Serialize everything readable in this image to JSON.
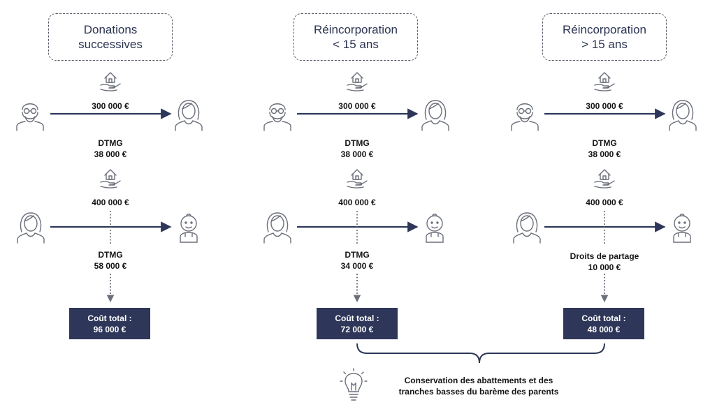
{
  "columns": [
    {
      "title_line1": "Donations",
      "title_line2": "successives",
      "gift1_amount": "300 000 €",
      "tax1_label": "DTMG",
      "tax1_amount": "38 000 €",
      "gift2_amount": "400 000 €",
      "tax2_label": "DTMG",
      "tax2_amount": "58 000 €",
      "cost_label": "Coût total :",
      "cost_amount": "96 000 €"
    },
    {
      "title_line1": "Réincorporation",
      "title_line2": "< 15 ans",
      "gift1_amount": "300 000 €",
      "tax1_label": "DTMG",
      "tax1_amount": "38 000 €",
      "gift2_amount": "400 000 €",
      "tax2_label": "DTMG",
      "tax2_amount": "34 000 €",
      "cost_label": "Coût total :",
      "cost_amount": "72 000 €"
    },
    {
      "title_line1": "Réincorporation",
      "title_line2": "> 15 ans",
      "gift1_amount": "300 000 €",
      "tax1_label": "DTMG",
      "tax1_amount": "38 000 €",
      "gift2_amount": "400 000 €",
      "tax2_label": "Droits de partage",
      "tax2_amount": "10 000 €",
      "cost_label": "Coût total :",
      "cost_amount": "48 000 €"
    }
  ],
  "note": {
    "line1": "Conservation des abattements et des",
    "line2": "tranches basses du barème des parents"
  },
  "colors": {
    "navy": "#2e3759",
    "icon_stroke": "#6b6f7a",
    "dashed_border": "#555a66"
  },
  "icons": [
    "grandfather-icon",
    "woman-icon",
    "baby-icon",
    "house-in-hand-icon",
    "lightbulb-icon"
  ]
}
